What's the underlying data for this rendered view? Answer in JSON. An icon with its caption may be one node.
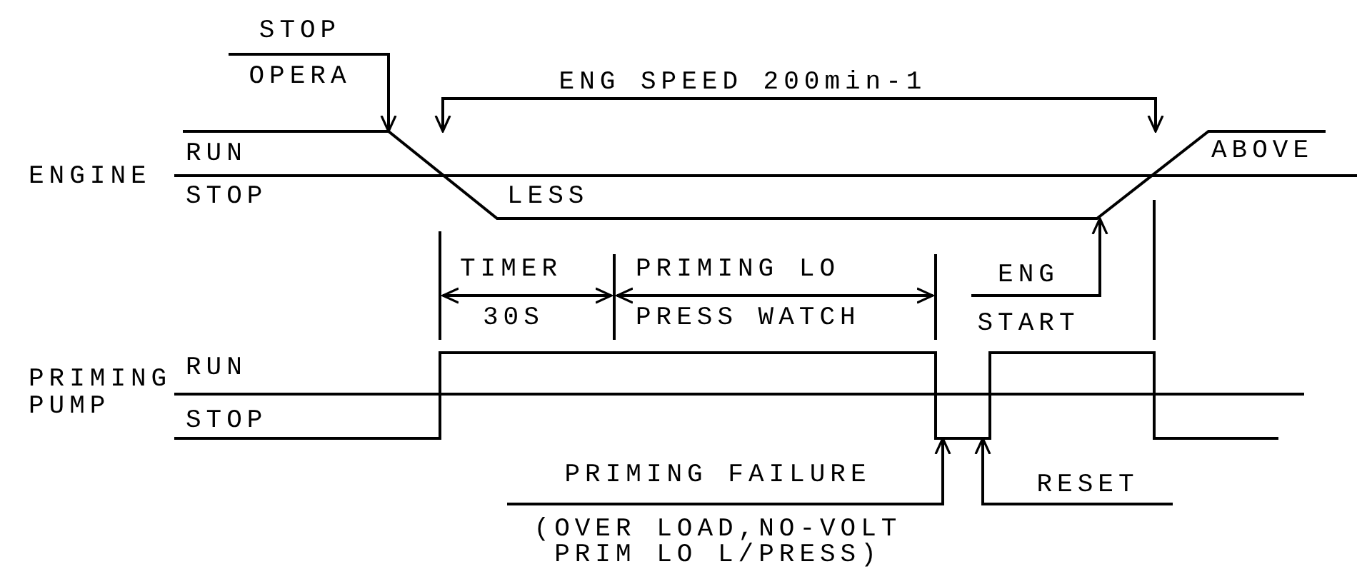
{
  "diagram": {
    "nodes": [
      {
        "text": [
          "STOP OPERA"
        ]
      },
      {
        "text": [
          "ENG SPEED 200min-1"
        ]
      },
      {
        "text": [],
        "shape": "line"
      },
      {
        "text": [
          "ENG START"
        ]
      },
      {
        "text": [],
        "shape": "line"
      },
      {
        "text": [
          "PRIMING FAILURE",
          "(OVER LOAD,NO-VOLT PRIM LO L/PRESS)"
        ]
      },
      {
        "text": [
          "RESET"
        ]
      }
    ],
    "edges": [
      {
        "from": 0,
        "to": 2,
        "arrow": "to"
      },
      {
        "from": 1,
        "to": 2,
        "arrow": "to"
      },
      {
        "from": 1,
        "to": 2,
        "arrow": "to"
      },
      {
        "from": 3,
        "to": 2,
        "arrow": "to"
      },
      {
        "from": 5,
        "to": 4,
        "arrow": "to"
      },
      {
        "from": 6,
        "to": 4,
        "arrow": "to"
      }
    ],
    "labels": [
      "RUN",
      "ABOVE",
      "ENGINE",
      "STOP",
      "LESS",
      "TIMER",
      "PRIMING LO",
      "30S",
      "PRESS WATCH",
      "PRIMING PUMP",
      "RUN",
      "STOP"
    ]
  }
}
